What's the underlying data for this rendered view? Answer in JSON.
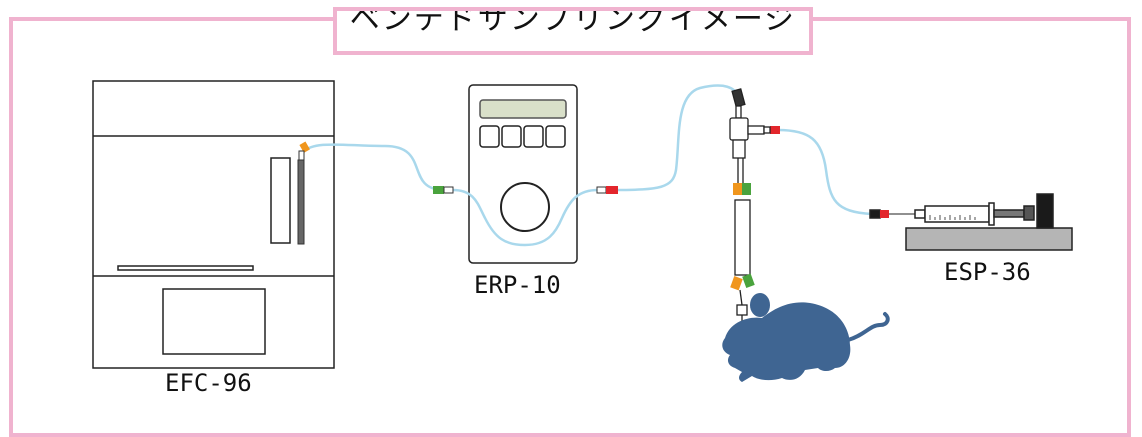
{
  "title": "ベンテドサンプリングイメージ",
  "devices": {
    "fraction_collector": "EFC-96",
    "roller_pump": "ERP-10",
    "syringe_pump": "ESP-36"
  },
  "colors": {
    "frame": "#f0b3cf",
    "tubing": "#a9d8ec",
    "mouse": "#3f6592",
    "connector_green": "#4aa33d",
    "connector_orange": "#f0961d",
    "connector_red": "#e3262c",
    "outline": "#222222"
  }
}
